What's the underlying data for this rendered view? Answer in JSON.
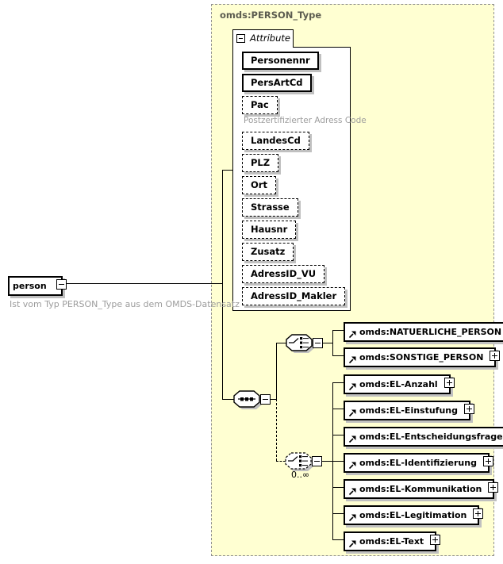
{
  "type_box": {
    "title": "omds:PERSON_Type"
  },
  "root": {
    "name": "person",
    "annotation": "Ist vom Typ PERSON_Type aus dem OMDS-Datensatz"
  },
  "attributes": {
    "label": "Attribute",
    "items": [
      {
        "name": "Personennr",
        "required": true
      },
      {
        "name": "PersArtCd",
        "required": true
      },
      {
        "name": "Pac",
        "required": false,
        "note": "Postzertifizierter Adress Code"
      },
      {
        "name": "LandesCd",
        "required": false
      },
      {
        "name": "PLZ",
        "required": false
      },
      {
        "name": "Ort",
        "required": false
      },
      {
        "name": "Strasse",
        "required": false
      },
      {
        "name": "Hausnr",
        "required": false
      },
      {
        "name": "Zusatz",
        "required": false
      },
      {
        "name": "AdressID_VU",
        "required": false
      },
      {
        "name": "AdressID_Makler",
        "required": false
      }
    ]
  },
  "person_choice": {
    "items": [
      {
        "name": "omds:NATUERLICHE_PERSON"
      },
      {
        "name": "omds:SONSTIGE_PERSON"
      }
    ]
  },
  "el_choice": {
    "occurrence": "0..∞",
    "items": [
      {
        "name": "omds:EL-Anzahl"
      },
      {
        "name": "omds:EL-Einstufung"
      },
      {
        "name": "omds:EL-Entscheidungsfrage"
      },
      {
        "name": "omds:EL-Identifizierung"
      },
      {
        "name": "omds:EL-Kommunikation"
      },
      {
        "name": "omds:EL-Legitimation"
      },
      {
        "name": "omds:EL-Text"
      }
    ]
  },
  "colors": {
    "type_fill": "#FFFFD2",
    "type_border": "#8F8F8F",
    "title_text": "#5C5C50",
    "note_text": "#9C9C9C",
    "shadow": "#C0C0C0"
  }
}
